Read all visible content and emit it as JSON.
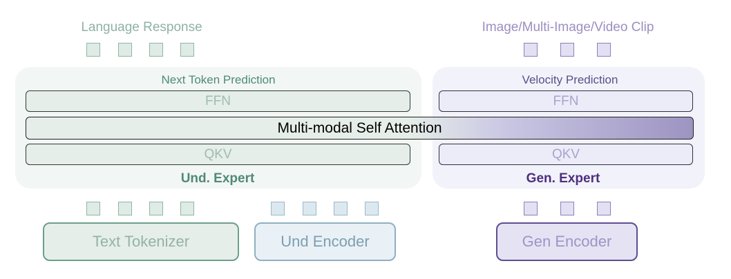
{
  "top": {
    "language_response": "Language Response",
    "image_output": "Image/Multi-Image/Video Clip"
  },
  "und_panel": {
    "prediction": "Next Token Prediction",
    "ffn": "FFN",
    "qkv": "QKV",
    "expert": "Und. Expert"
  },
  "gen_panel": {
    "prediction": "Velocity Prediction",
    "ffn": "FFN",
    "qkv": "QKV",
    "expert": "Gen. Expert"
  },
  "attention": "Multi-modal Self Attention",
  "inputs": {
    "text_tokenizer": "Text Tokenizer",
    "und_encoder": "Und Encoder",
    "gen_encoder": "Gen Encoder"
  },
  "colors": {
    "und_accent": "#4f8a77",
    "gen_accent": "#4e2f7e",
    "und_fill": "#e6eee9",
    "gen_fill": "#ecebf8"
  }
}
